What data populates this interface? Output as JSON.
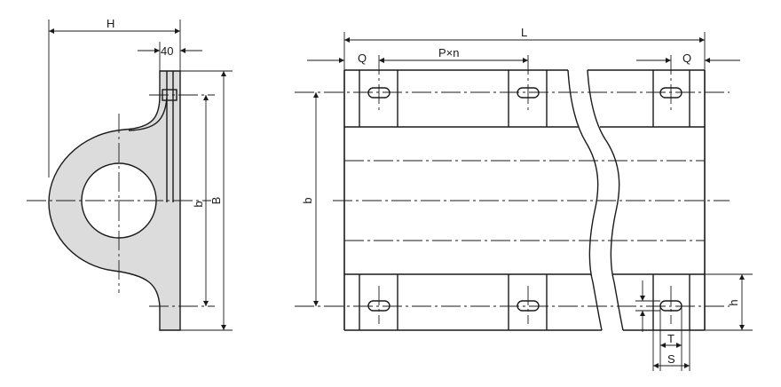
{
  "labels": {
    "H": "H",
    "width_40": "40",
    "b": "b",
    "B": "B",
    "L": "L",
    "Q": "Q",
    "pitch": "P×n",
    "h": "h",
    "T": "T",
    "S": "S"
  }
}
